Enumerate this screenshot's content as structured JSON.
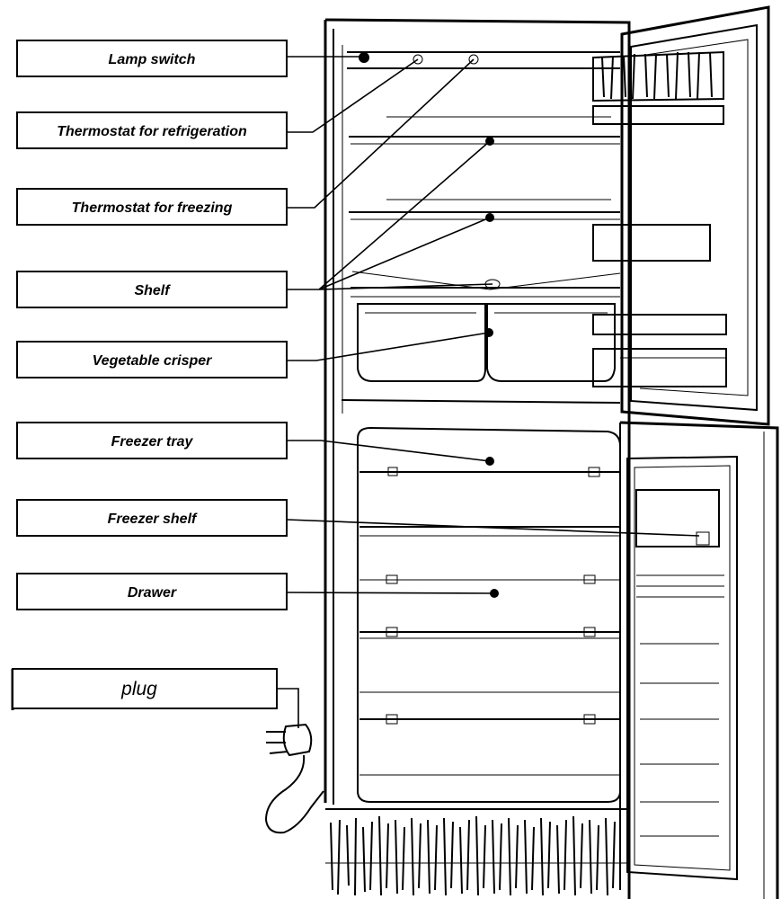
{
  "labels": {
    "lamp_switch": "Lamp switch",
    "thermostat_refrigeration": "Thermostat for refrigeration",
    "thermostat_freezing": "Thermostat for freezing",
    "shelf": "Shelf",
    "vegetable_crisper": "Vegetable crisper",
    "freezer_tray": "Freezer tray",
    "freezer_shelf": "Freezer shelf",
    "drawer": "Drawer",
    "plug": "plug"
  }
}
